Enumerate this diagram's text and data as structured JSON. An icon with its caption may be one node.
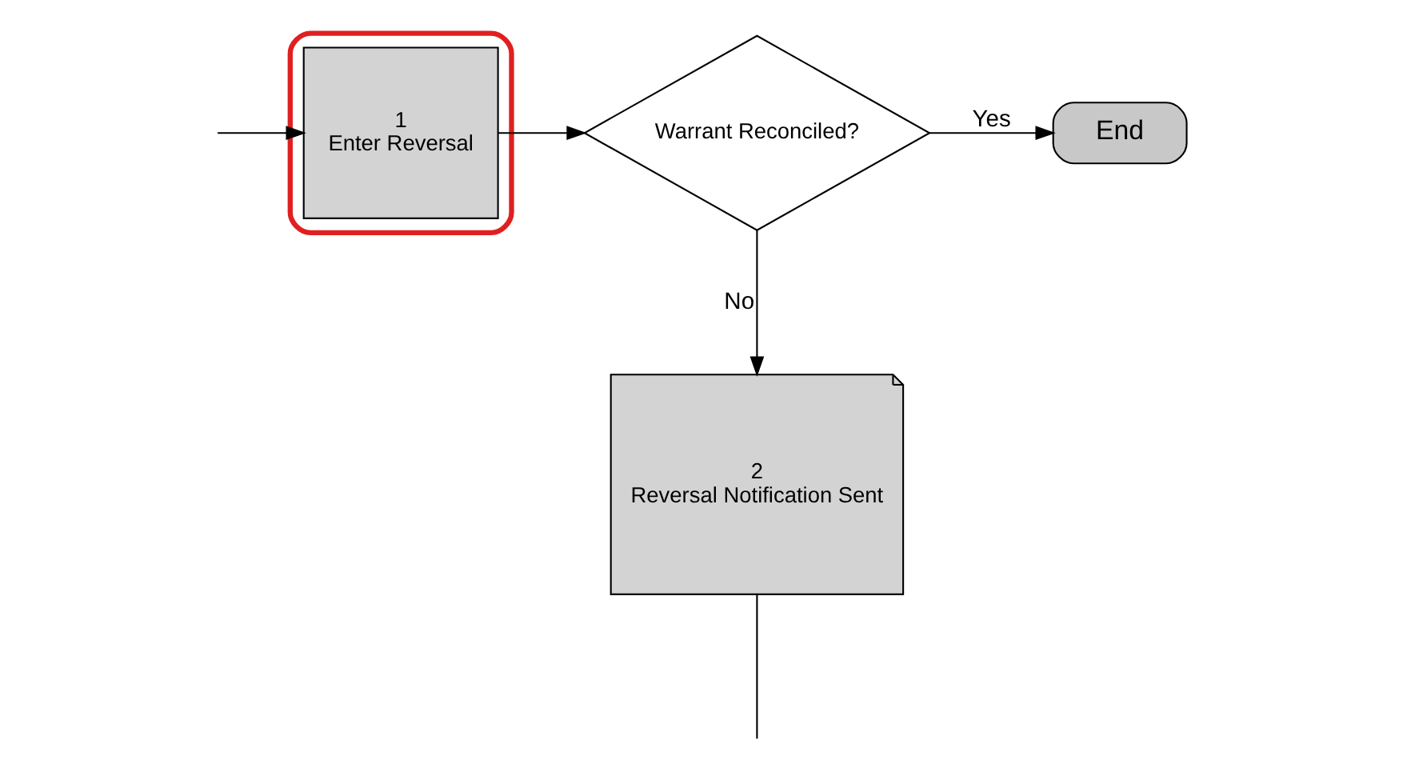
{
  "diagram": {
    "nodes": [
      {
        "text": [],
        "shape": "box"
      },
      {
        "text": [
          "1",
          "Enter Reversal"
        ],
        "in": 0
      },
      {
        "text": [
          "Warrant Reconciled?"
        ]
      },
      {
        "text": [
          "End"
        ]
      },
      {
        "text": [
          "2",
          "Reversal Notification Sent"
        ]
      }
    ],
    "edges": [
      {
        "from": null,
        "to": 1,
        "arrow": "to"
      },
      {
        "from": 1,
        "to": 2,
        "arrow": "to"
      },
      {
        "from": 2,
        "to": 3,
        "arrow": "to",
        "label": "Yes"
      },
      {
        "from": 2,
        "to": 4,
        "arrow": "to",
        "label": "No"
      },
      {
        "from": 4,
        "to": null,
        "arrow": "none"
      }
    ]
  }
}
